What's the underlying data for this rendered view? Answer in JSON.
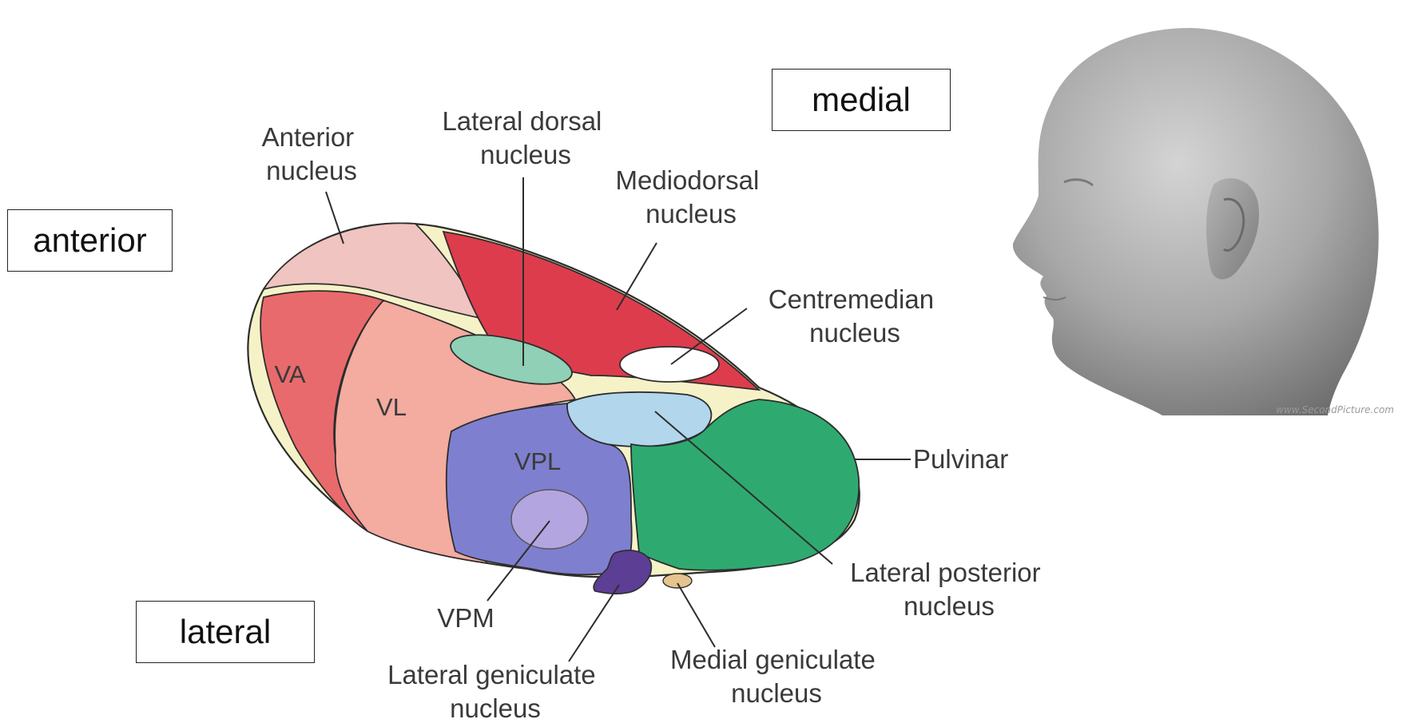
{
  "orientation": {
    "medial": "medial",
    "anterior": "anterior",
    "lateral": "lateral"
  },
  "labels": {
    "anterior_nucleus": [
      "Anterior",
      "nucleus"
    ],
    "lateral_dorsal_nucleus": [
      "Lateral dorsal",
      "nucleus"
    ],
    "mediodorsal_nucleus": [
      "Mediodorsal",
      "nucleus"
    ],
    "centremedian_nucleus": [
      "Centremedian",
      "nucleus"
    ],
    "pulvinar": "Pulvinar",
    "lateral_posterior_nucleus": [
      "Lateral posterior",
      "nucleus"
    ],
    "medial_geniculate_nucleus": [
      "Medial geniculate",
      "nucleus"
    ],
    "lateral_geniculate_nucleus": [
      "Lateral geniculate",
      "nucleus"
    ],
    "vpm": "VPM",
    "va": "VA",
    "vl": "VL",
    "vpl": "VPL"
  },
  "watermark": "www.SecondPicture.com",
  "colors": {
    "anterior": "#f0c4c0",
    "mediodorsal": "#dd3c4c",
    "lateral_dorsal": "#8fd0b6",
    "centremedian": "#ffffff",
    "laminae": "#f6f2c8",
    "va": "#e96a6c",
    "vl": "#f4aba0",
    "vpl": "#7f7fd0",
    "vpm": "#b3a6e0",
    "pulvinar": "#2eaa70",
    "lateral_posterior": "#b2d6ec",
    "lateral_geniculate": "#5c3e94",
    "medial_geniculate": "#e6c48e",
    "head": "#9a9a9a"
  }
}
